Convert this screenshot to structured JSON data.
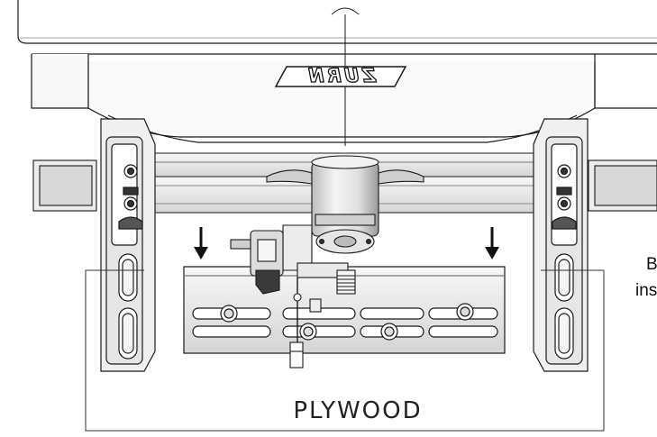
{
  "diagram": {
    "brand_logo": "ZURN",
    "plywood_label": "PLYWOOD",
    "side_text_line1": "B",
    "side_text_line2": "ins",
    "arrows": 2,
    "colors": {
      "line": "#1a1a1a",
      "fill_light": "#f2f2f2",
      "fill_mid": "#d9d9d9",
      "fill_dark": "#3a3a3a",
      "background": "#ffffff"
    }
  }
}
